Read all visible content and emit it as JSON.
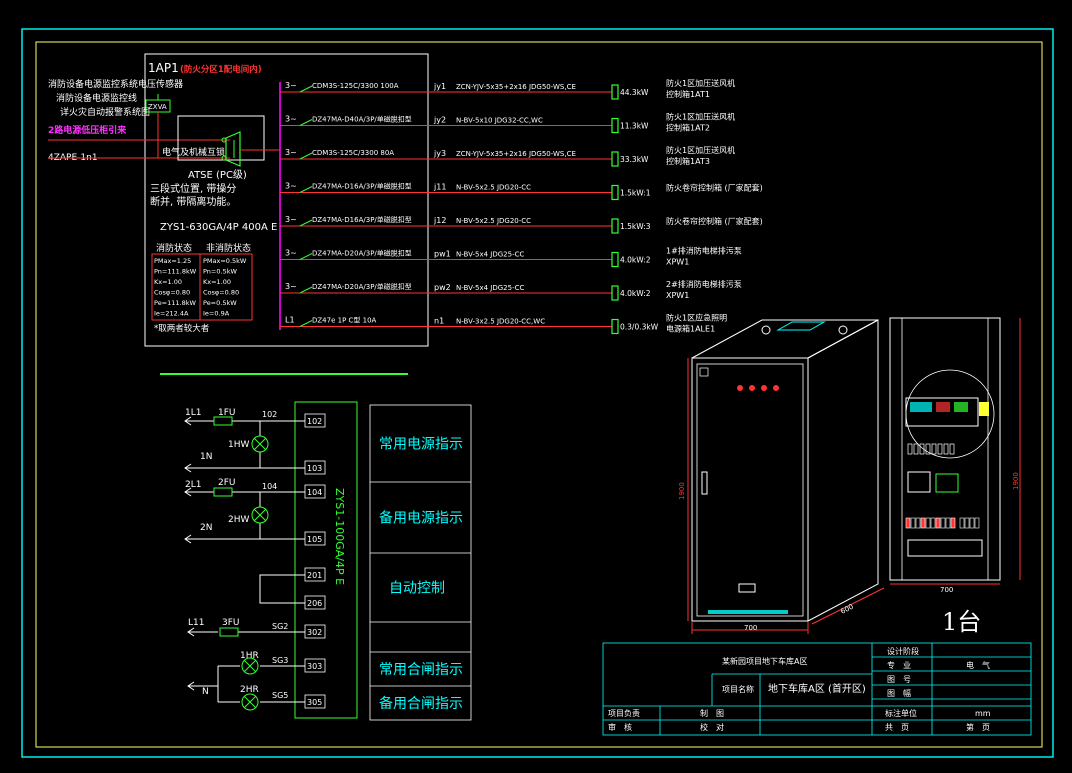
{
  "panel": {
    "id": "1AP1",
    "zone_note": "(防火分区1配电间内)",
    "notes": [
      {
        "text": "消防设备电源监控系统电压传感器",
        "color": "#ffffff"
      },
      {
        "text": "消防设备电源监控线",
        "color": "#ffffff"
      },
      {
        "text": "详火灾自动报警系统图",
        "color": "#ffffff"
      },
      {
        "text": "2路电源低压柜引来",
        "color": "#ff33ff"
      },
      {
        "text": "4ZAPE-1n1",
        "color": "#ffffff"
      }
    ],
    "sensor_label": "ZXVA",
    "interlock_label": "电气及机械互锁",
    "atse_lines": [
      "ATSE (PC级)",
      "三段式位置, 带操分",
      "断并, 带隔离功能。"
    ],
    "model": "ZYS1-630GA/4P 400A E"
  },
  "states": {
    "headers": [
      "消防状态",
      "非消防状态"
    ],
    "fire": [
      "PMax=1.25",
      "Pn=111.8kW",
      "Kx=1.00",
      "Cosφ=0.80",
      "Pe=111.8kW",
      "Ie=212.4A"
    ],
    "nonfire": [
      "PMax=0.5kW",
      "Pn=0.5kW",
      "Kx=1.00",
      "Cosφ=0.80",
      "Pe=0.5kW",
      "Ie=0.9A"
    ],
    "footnote": "*取两者较大者"
  },
  "circuits": [
    {
      "phase": "3~",
      "breaker": "CDM3S-125C/3300 100A",
      "loop": "jy1",
      "cable": "ZCN-YJV-5x35+2x16 JDG50-WS,CE",
      "power": "44.3kW",
      "dest": [
        "防火1区加压送风机",
        "控制箱1AT1"
      ]
    },
    {
      "phase": "3~",
      "breaker": "DZ47MA-D40A/3P/单磁脱扣型",
      "loop": "jy2",
      "cable": "N-BV-5x10 JDG32-CC,WC",
      "power": "11.3kW",
      "dest": [
        "防火1区加压送风机",
        "控制箱1AT2"
      ]
    },
    {
      "phase": "3~",
      "breaker": "CDM3S-125C/3300 80A",
      "loop": "jy3",
      "cable": "ZCN-YJV-5x35+2x16 JDG50-WS,CE",
      "power": "33.3kW",
      "dest": [
        "防火1区加压送风机",
        "控制箱1AT3"
      ]
    },
    {
      "phase": "3~",
      "breaker": "DZ47MA-D16A/3P/单磁脱扣型",
      "loop": "j11",
      "cable": "N-BV-5x2.5 JDG20-CC",
      "power": "1.5kW:1",
      "dest": [
        "防火卷帘控制箱 (厂家配套)"
      ]
    },
    {
      "phase": "3~",
      "breaker": "DZ47MA-D16A/3P/单磁脱扣型",
      "loop": "j12",
      "cable": "N-BV-5x2.5 JDG20-CC",
      "power": "1.5kW:3",
      "dest": [
        "防火卷帘控制箱 (厂家配套)"
      ]
    },
    {
      "phase": "3~",
      "breaker": "DZ47MA-D20A/3P/单磁脱扣型",
      "loop": "pw1",
      "cable": "N-BV-5x4 JDG25-CC",
      "power": "4.0kW:2",
      "dest": [
        "1#排消防电梯排污泵",
        "XPW1"
      ]
    },
    {
      "phase": "3~",
      "breaker": "DZ47MA-D20A/3P/单磁脱扣型",
      "loop": "pw2",
      "cable": "N-BV-5x4 JDG25-CC",
      "power": "4.0kW:2",
      "dest": [
        "2#排消防电梯排污泵",
        "XPW1"
      ]
    },
    {
      "phase": "L1",
      "breaker": "DZ47e 1P C型 10A",
      "loop": "n1",
      "cable": "N-BV-3x2.5 JDG20-CC,WC",
      "power": "0.3/0.3kW",
      "dest": [
        "防火1区应急照明",
        "电源箱1ALE1"
      ]
    }
  ],
  "control": {
    "module_label": "ZYS1-100GA/4P E",
    "left_labels": [
      "1L1",
      "1FU",
      "1HW",
      "1N",
      "2L1",
      "2FU",
      "2HW",
      "2N",
      "L11",
      "3FU",
      "1HR",
      "2HR",
      "N"
    ],
    "wire_labels": [
      "102",
      "104",
      "SG2",
      "SG3",
      "SG5"
    ],
    "terminals": [
      "102",
      "103",
      "104",
      "105",
      "201",
      "206",
      "302",
      "303",
      "305"
    ],
    "functions": [
      "常用电源指示",
      "备用电源指示",
      "自动控制",
      "",
      "常用合闸指示",
      "备用合闸指示"
    ]
  },
  "cabinet": {
    "front_width": "700",
    "front_height": "1900",
    "depth": "600",
    "side_width": "700",
    "side_height": "1900",
    "quantity": "1台"
  },
  "titleblock": {
    "project_label": "项目名称",
    "project_top": "某新园项目地下车库A区",
    "project_name": "地下车库A区 (首开区)",
    "design_phase_label": "设计阶段",
    "specialty_label": "专　业",
    "specialty_value": "电　气",
    "drawing_no_label": "图　号",
    "scale_label": "图　幅",
    "leader_label": "项目负责",
    "drawn_label": "制　图",
    "unit_label": "标注单位",
    "unit_value": "mm",
    "review_label": "审　核",
    "check_label": "校　对",
    "total_label": "共　页",
    "page_label": "第　页"
  },
  "colors": {
    "frame": "#00ffff",
    "inner_frame": "#ffff66",
    "busbar": "#ff00ff",
    "feeder": "#ff3333",
    "terminal": "#33ff33",
    "highlight": "#ff3333",
    "note_pink": "#ff33ff",
    "function_text": "#00ffff"
  }
}
